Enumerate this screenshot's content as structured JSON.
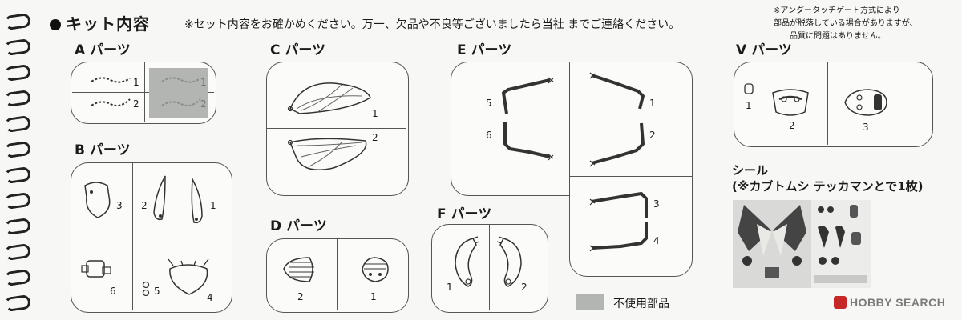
{
  "header": {
    "title": "キット内容",
    "notice": "※セット内容をお確かめください。万一、欠品や不良等ございましたら当社 までご連絡ください。",
    "note_lines": [
      "※アンダータッチゲート方式により",
      "部品が脱落している場合がありますが、",
      "品質に問題はありません。"
    ]
  },
  "sections": {
    "a": {
      "label": "A パーツ",
      "nums": [
        "1",
        "2",
        "1",
        "2"
      ]
    },
    "b": {
      "label": "B パーツ",
      "nums": [
        "3",
        "2",
        "1",
        "6",
        "5",
        "4"
      ]
    },
    "c": {
      "label": "C パーツ",
      "nums": [
        "1",
        "2"
      ]
    },
    "d": {
      "label": "D パーツ",
      "nums": [
        "2",
        "1"
      ]
    },
    "e": {
      "label": "E パーツ",
      "nums": [
        "5",
        "6",
        "1",
        "2",
        "3",
        "4"
      ]
    },
    "f": {
      "label": "F パーツ",
      "nums": [
        "1",
        "2"
      ]
    },
    "v": {
      "label": "V パーツ",
      "nums": [
        "1",
        "2",
        "3"
      ]
    }
  },
  "sticker": {
    "title": "シール",
    "subtitle": "(※カブトムシ テッカマンとで1枚)"
  },
  "legend": {
    "unused_label": "不使用部品",
    "unused_color": "#b3b5b3"
  },
  "watermark": {
    "text": "HOBBY SEARCH"
  }
}
